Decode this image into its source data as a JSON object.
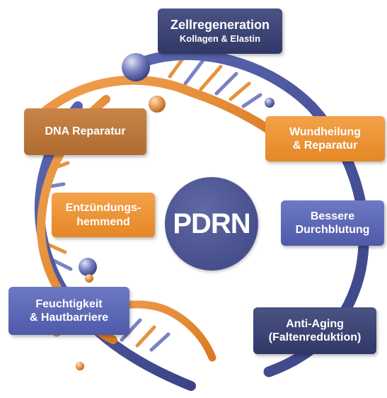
{
  "center": {
    "label": "PDRN"
  },
  "boxes": {
    "zellregeneration": {
      "line1": "Zellregeneration",
      "line2": "Kollagen & Elastin"
    },
    "dna_reparatur": {
      "line1": "DNA Reparatur"
    },
    "wundheilung": {
      "line1": "Wundheilung",
      "line2": "& Reparatur"
    },
    "entzuendungshemmend": {
      "line1": "Entzündungs-",
      "line2": "hemmend"
    },
    "bessere_durchblutung": {
      "line1": "Bessere",
      "line2": "Durchblutung"
    },
    "feuchtigkeit": {
      "line1": "Feuchtigkeit",
      "line2": "& Hautbarriere"
    },
    "anti_aging": {
      "line1": "Anti-Aging",
      "line2": "(Faltenreduktion)"
    }
  },
  "colors": {
    "navy": "#3a4270",
    "blue": "#5a64b4",
    "orange": "#ec922f",
    "rust": "#b8763a",
    "center": "#4a5294"
  }
}
